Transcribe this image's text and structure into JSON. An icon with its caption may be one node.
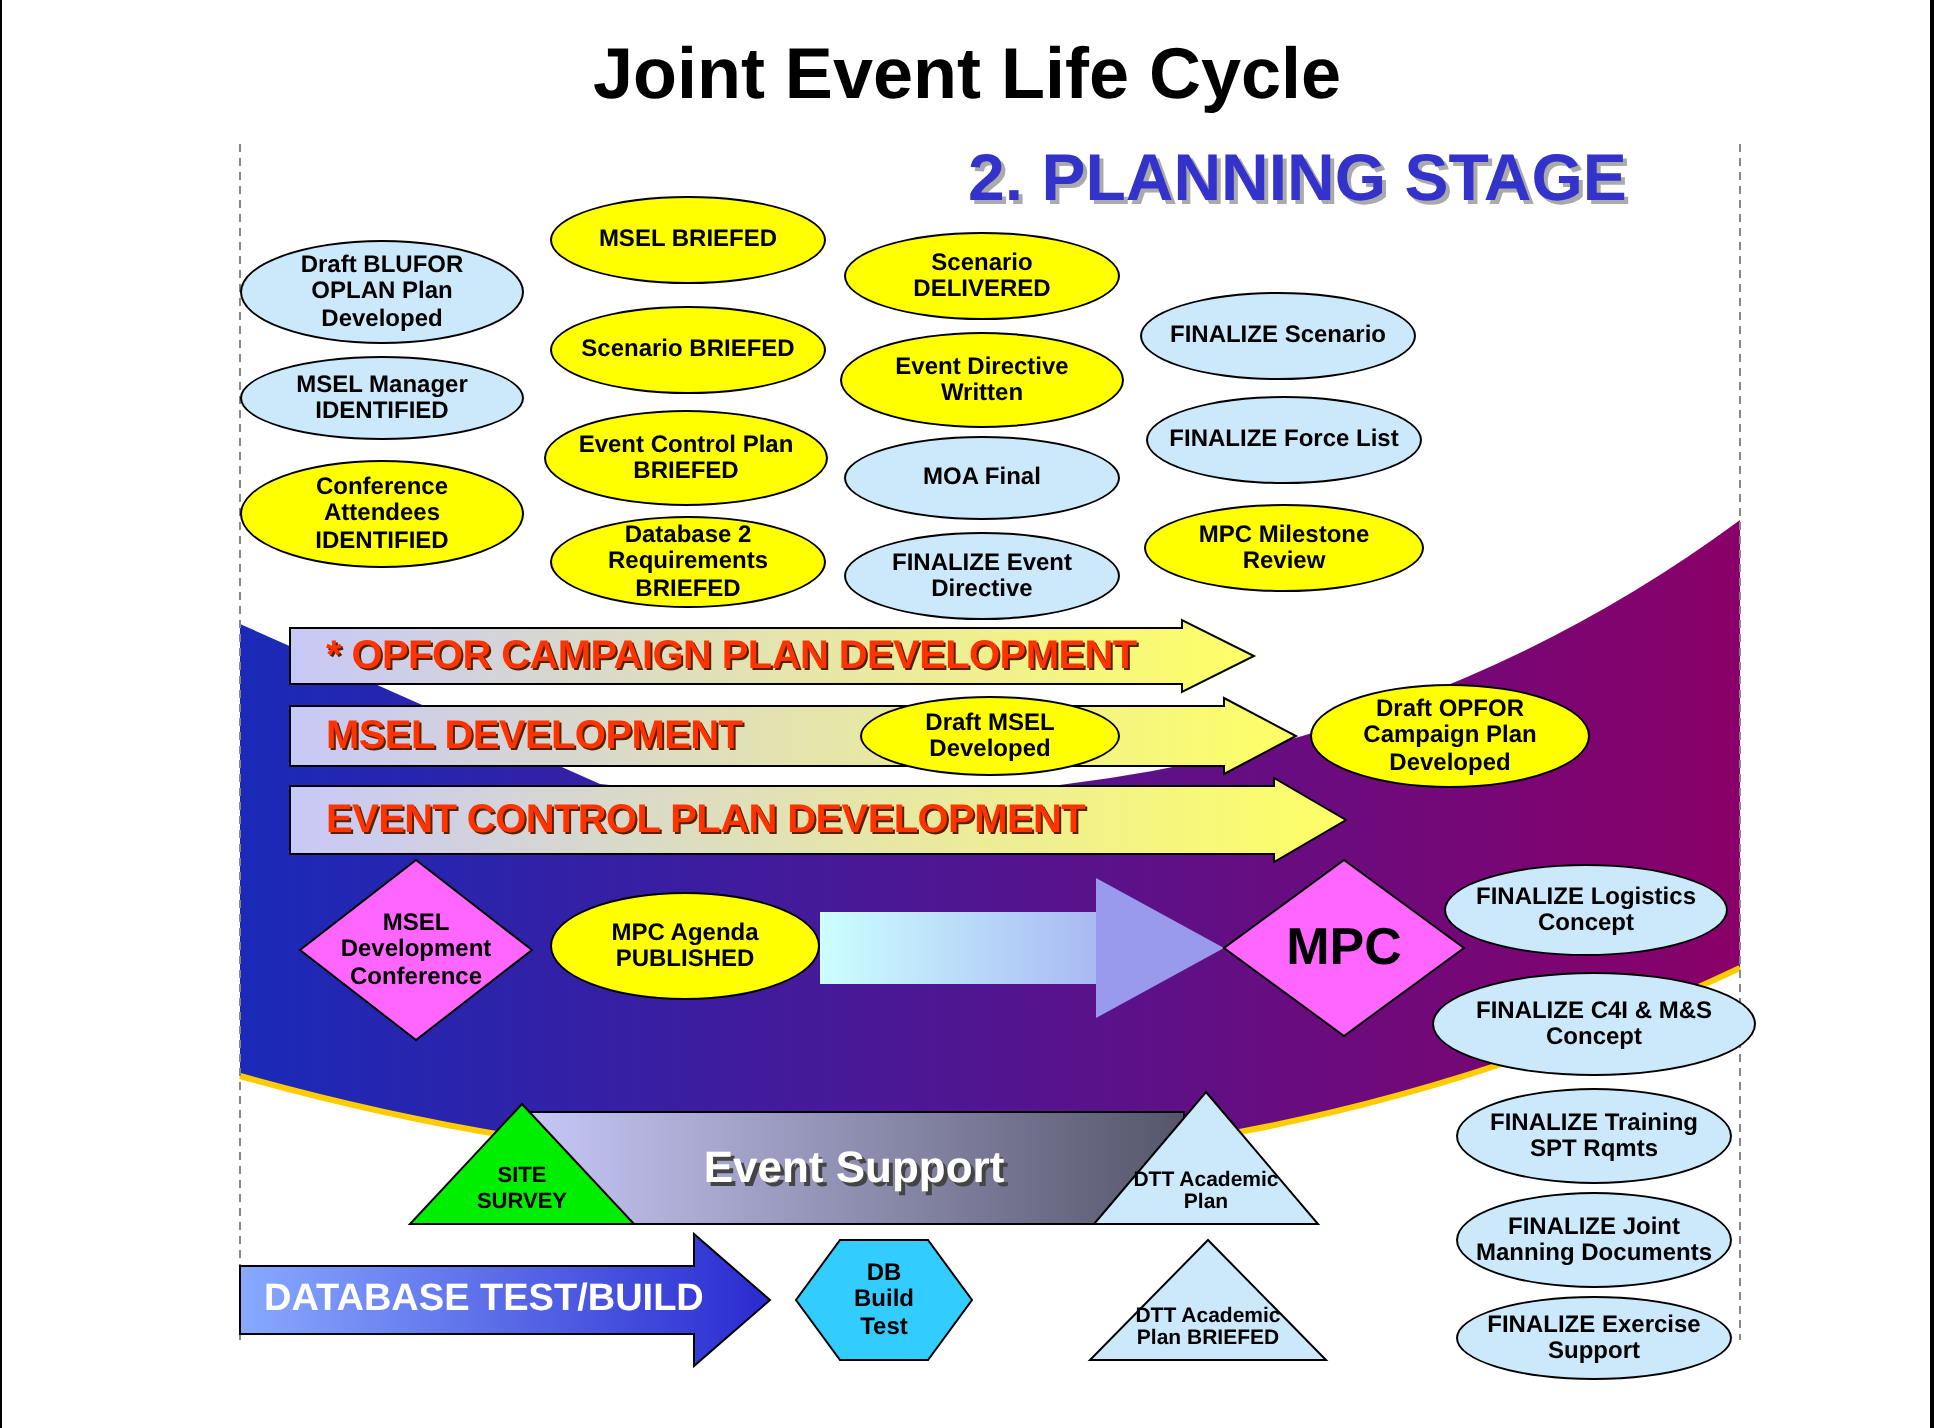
{
  "diagram": {
    "title": "Joint Event Life Cycle",
    "nodes": [
      {
        "text": [
          "Draft BLUFOR OPLAN Plan Developed"
        ]
      },
      {
        "text": [
          "MSEL Manager IDENTIFIED"
        ]
      },
      {
        "text": [
          "Conference Attendees IDENTIFIED"
        ]
      },
      {
        "text": [
          "MSEL BRIEFED"
        ]
      },
      {
        "text": [
          "Scenario BRIEFED"
        ]
      },
      {
        "text": [
          "Event Control Plan BRIEFED"
        ]
      },
      {
        "text": [
          "Database 2 Requirements BRIEFED"
        ]
      },
      {
        "text": [
          "Scenario DELIVERED"
        ]
      },
      {
        "text": [
          "Event Directive Written"
        ]
      },
      {
        "text": [
          "MOA Final"
        ]
      },
      {
        "text": [
          "FINALIZE Event Directive"
        ]
      },
      {
        "text": [
          "FINALIZE Scenario"
        ]
      },
      {
        "text": [
          "FINALIZE Force List"
        ]
      },
      {
        "text": [
          "MPC Milestone Review"
        ]
      },
      {
        "text": [
          "* OPFOR CAMPAIGN PLAN DEVELOPMENT"
        ]
      },
      {
        "text": [
          "MSEL DEVELOPMENT"
        ]
      },
      {
        "text": [
          "Draft MSEL Developed"
        ],
        "in": 15
      },
      {
        "text": [
          "Draft OPFOR Campaign Plan Developed"
        ]
      },
      {
        "text": [
          "EVENT CONTROL PLAN DEVELOPMENT"
        ]
      },
      {
        "text": [
          "MSEL Development Conference"
        ]
      },
      {
        "text": [
          "MPC Agenda PUBLISHED"
        ]
      },
      {
        "text": [
          "MPC"
        ]
      },
      {
        "text": [
          "FINALIZE Logistics Concept"
        ]
      },
      {
        "text": [
          "FINALIZE C4I & M&S Concept"
        ]
      },
      {
        "text": [
          "Event Support"
        ]
      },
      {
        "text": [
          "SITE SURVEY"
        ]
      },
      {
        "text": [
          "DTT Academic Plan"
        ]
      },
      {
        "text": [
          "FINALIZE Training SPT Rqmts"
        ]
      },
      {
        "text": [
          "DATABASE TEST/BUILD"
        ]
      },
      {
        "text": [
          "DB Build Test"
        ]
      },
      {
        "text": [
          "DTT Academic Plan BRIEFED"
        ]
      },
      {
        "text": [
          "FINALIZE Joint Manning Documents"
        ]
      },
      {
        "text": [
          "FINALIZE Exercise Support"
        ]
      }
    ],
    "edges": [
      {
        "from": 20,
        "to": 21,
        "arrow": "to"
      }
    ],
    "labels": [
      "2. PLANNING STAGE"
    ]
  }
}
